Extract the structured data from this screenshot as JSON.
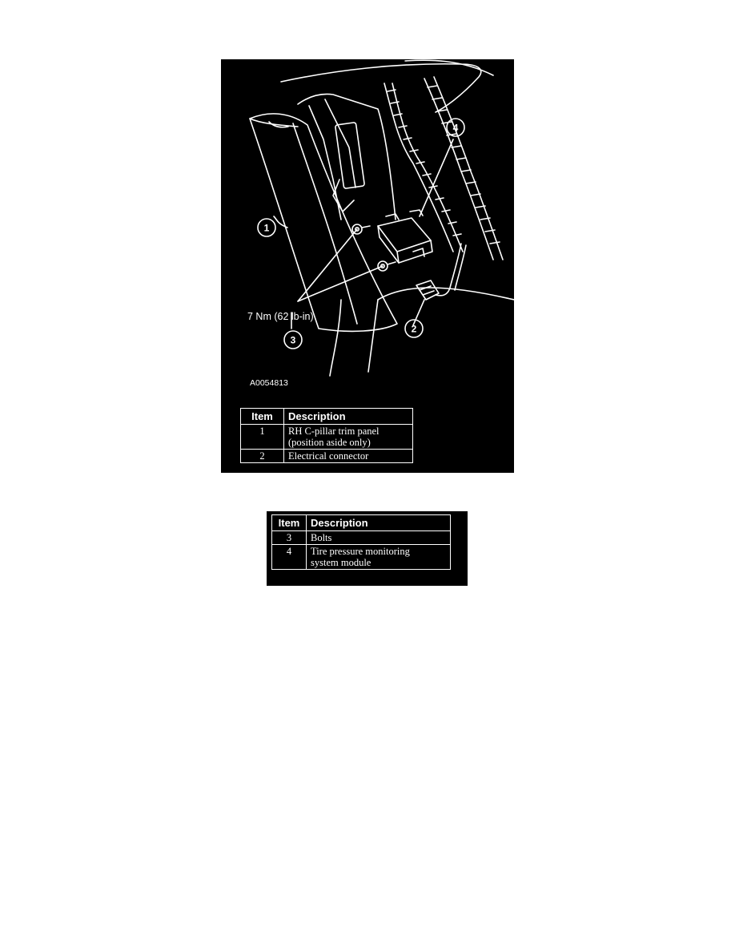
{
  "figure": {
    "id_label": "A0054813",
    "torque_label": "7 Nm (62 lb-in)",
    "callouts": [
      "1",
      "2",
      "3",
      "4"
    ],
    "colors": {
      "background": "#000000",
      "linework": "#ffffff"
    }
  },
  "legend_1": {
    "headers": {
      "item": "Item",
      "description": "Description"
    },
    "rows": [
      {
        "item": "1",
        "description_line1": "RH C-pillar trim panel",
        "description_line2": "(position aside only)"
      },
      {
        "item": "2",
        "description_line1": "Electrical connector"
      }
    ]
  },
  "legend_2": {
    "headers": {
      "item": "Item",
      "description": "Description"
    },
    "rows": [
      {
        "item": "3",
        "description_line1": "Bolts"
      },
      {
        "item": "4",
        "description_line1": "Tire pressure monitoring",
        "description_line2": "system module"
      }
    ]
  }
}
